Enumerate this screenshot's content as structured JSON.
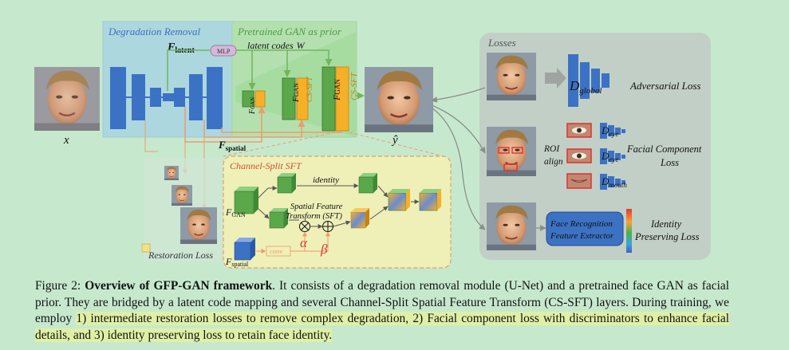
{
  "regions": {
    "degradation_removal": "Degradation Removal",
    "pretrained_gan": "Pretrained GAN as prior",
    "losses": "Losses",
    "channel_split_sft": "Channel-Split SFT"
  },
  "labels": {
    "f_latent": "F",
    "f_latent_sub": "latent",
    "mlp": "MLP",
    "latent_codes": "latent codes",
    "latent_w": "W",
    "f_gan": "F",
    "f_gan_sub": "GAN",
    "cs_sft": "CS-SFT",
    "f_spatial": "F",
    "f_spatial_sub": "spatial",
    "x": "x",
    "y_hat": "ŷ",
    "restoration_loss": "Restoration Loss",
    "identity": "identity",
    "sft_line1": "Spatial Feature",
    "sft_line2": "Transform (SFT)",
    "conv": "conv",
    "alpha": "α",
    "beta": "β"
  },
  "losses": {
    "d_global": "D",
    "d_global_sub": "global",
    "adversarial": "Adversarial Loss",
    "roi_align_1": "ROI",
    "roi_align_2": "align",
    "d_eye": "D",
    "d_eye_sub": "eye",
    "d_mouth": "D",
    "d_mouth_sub": "mouth",
    "facial_component_1": "Facial Component",
    "facial_component_2": "Loss",
    "face_rec_1": "Face Recognition",
    "face_rec_2": "Feature Extractor",
    "identity_1": "Identity",
    "identity_2": "Preserving Loss"
  },
  "caption": {
    "prefix": "Figure 2:",
    "title": "Overview of GFP-GAN framework",
    "body1": ". It consists of a degradation removal module (U-Net) and a pretrained face GAN as facial prior. They are bridged by a latent code mapping and several Channel-Split Spatial Feature Transform (CS-SFT) layers. During training, we employ ",
    "highlight": "1) intermediate restoration losses to remove complex degradation, 2) Facial component loss with discriminators to enhance facial details, and 3) identity preserving loss to retain face identity."
  },
  "colors": {
    "background": "#c6e9cd",
    "unet_block": "#3c72c4",
    "gan_green": "#5aa84a",
    "cs_sft_orange": "#f6b028",
    "arrow_orange": "#ef9a6c",
    "arrow_green": "#72b55a",
    "losses_panel": "#c2cfc6",
    "highlight": "#dff0a6"
  }
}
